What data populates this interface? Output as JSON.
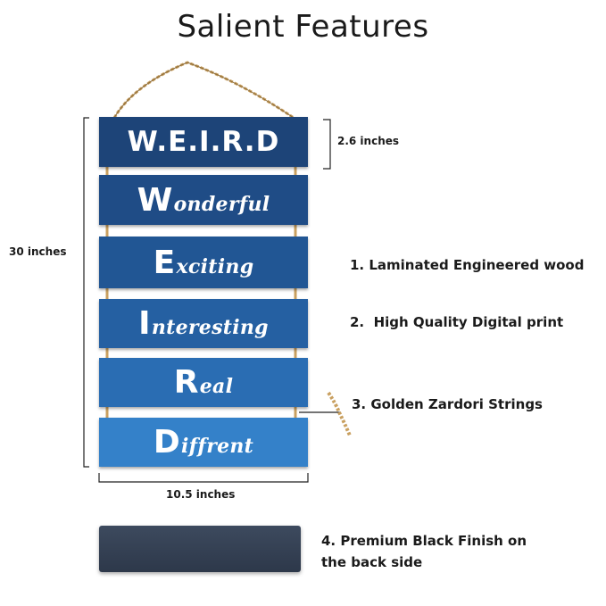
{
  "title": "Salient Features",
  "planks": [
    {
      "text": "W.E.I.R.D",
      "initial": "",
      "rest": "W.E.I.R.D",
      "color": "#1d4478"
    },
    {
      "initial": "W",
      "rest": "onderful",
      "color": "#1f4c86"
    },
    {
      "initial": "E",
      "rest": "xciting",
      "color": "#215694"
    },
    {
      "initial": "I",
      "rest": "nteresting",
      "color": "#2560a2"
    },
    {
      "initial": "R",
      "rest": "eal",
      "color": "#2a6db3"
    },
    {
      "initial": "D",
      "rest": "iffrent",
      "color": "#3481c9"
    }
  ],
  "dimensions": {
    "height": "30 inches",
    "plank_height": "2.6 inches",
    "width": "10.5 inches"
  },
  "features": [
    "1. Laminated Engineered wood",
    "2.  High Quality Digital print",
    "3. Golden Zardori Strings",
    "4. Premium Black Finish on",
    "the back side"
  ],
  "colors": {
    "rope": "#c9a060",
    "text": "#1a1a1a",
    "back": "#2f3a4c"
  }
}
